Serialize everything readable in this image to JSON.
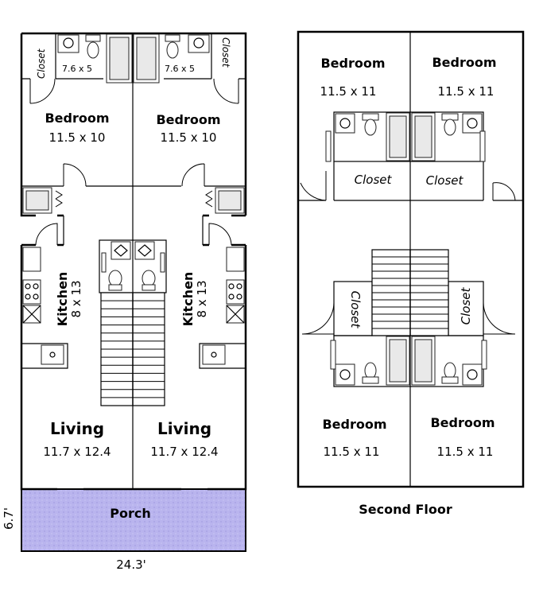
{
  "first_floor": {
    "bath_left": "7.6 x 5",
    "bath_right": "7.6 x 5",
    "closet_left": "Closet",
    "closet_right": "Closet",
    "bedroom_left": {
      "name": "Bedroom",
      "size": "11.5 x 10"
    },
    "bedroom_right": {
      "name": "Bedroom",
      "size": "11.5 x 10"
    },
    "kitchen_left": {
      "name": "Kitchen",
      "size": "8 x 13"
    },
    "kitchen_right": {
      "name": "Kitchen",
      "size": "8 x 13"
    },
    "living_left": {
      "name": "Living",
      "size": "11.7 x 12.4"
    },
    "living_right": {
      "name": "Living",
      "size": "11.7 x 12.4"
    },
    "porch": "Porch",
    "width_dim": "24.3'",
    "porch_dim": "6.7'"
  },
  "second_floor": {
    "title": "Second Floor",
    "bedroom_tl": {
      "name": "Bedroom",
      "size": "11.5 x 11"
    },
    "bedroom_tr": {
      "name": "Bedroom",
      "size": "11.5 x 11"
    },
    "bedroom_bl": {
      "name": "Bedroom",
      "size": "11.5 x 11"
    },
    "bedroom_br": {
      "name": "Bedroom",
      "size": "11.5 x 11"
    },
    "closet_tl": "Closet",
    "closet_tr": "Closet",
    "closet_ml": "Closet",
    "closet_mr": "Closet"
  },
  "colors": {
    "porch": "#b9b4ee",
    "wall": "#000000"
  }
}
